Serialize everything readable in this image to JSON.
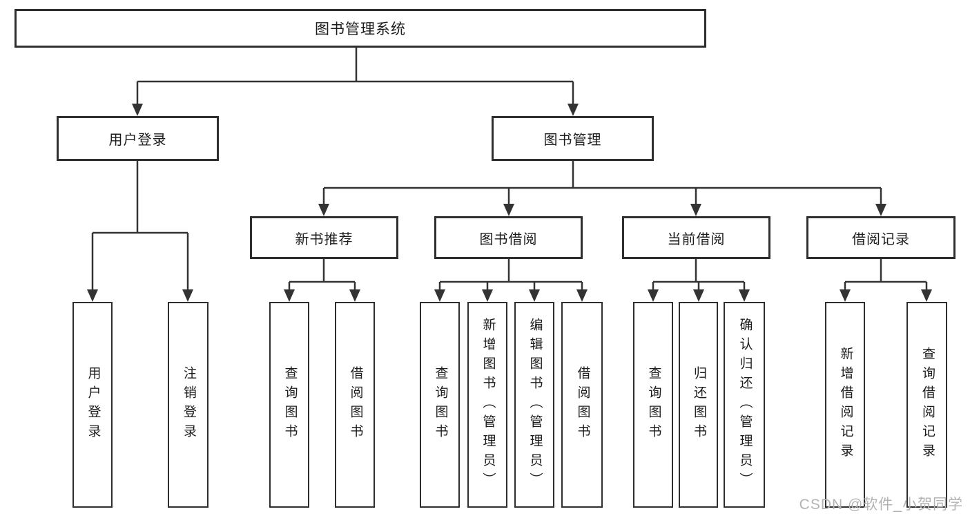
{
  "colors": {
    "line": "#333333",
    "box_border": "#2e2e2e",
    "text": "#1c1c1c",
    "background": "#ffffff",
    "watermark": "#b3b3b3"
  },
  "watermark": {
    "text": "CSDN @软件_小贺同学"
  },
  "tree": {
    "root": {
      "label": "图书管理系统"
    },
    "user_login": {
      "label": "用户登录",
      "children": {
        "login": "用户登录",
        "logout": "注销登录"
      }
    },
    "book_mgmt": {
      "label": "图书管理",
      "new_book_rec": {
        "label": "新书推荐",
        "children": {
          "query_book": "查询图书",
          "borrow_book": "借阅图书"
        }
      },
      "book_borrow": {
        "label": "图书借阅",
        "children": {
          "query_book": "查询图书",
          "add_book": "新增图书（管理员）",
          "edit_book": "编辑图书（管理员）",
          "borrow_book": "借阅图书"
        }
      },
      "current_borrow": {
        "label": "当前借阅",
        "children": {
          "query_book": "查询图书",
          "return_book": "归还图书",
          "confirm_return": "确认归还（管理员）"
        }
      },
      "borrow_records": {
        "label": "借阅记录",
        "children": {
          "add_record": "新增借阅记录",
          "query_record": "查询借阅记录"
        }
      }
    }
  }
}
